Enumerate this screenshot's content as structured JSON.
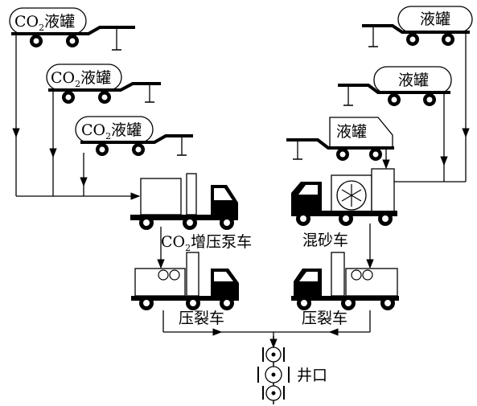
{
  "labels": {
    "co2_tank": "CO",
    "co2_sub": "2",
    "tank_suffix": "液罐",
    "liquid_tank": "液罐",
    "booster_prefix": "CO",
    "booster_sub": "2",
    "booster_suffix": "增压泵车",
    "blender": "混砂车",
    "frac_truck": "压裂车",
    "wellhead": "井口"
  },
  "colors": {
    "stroke": "#000000",
    "background": "#ffffff"
  }
}
